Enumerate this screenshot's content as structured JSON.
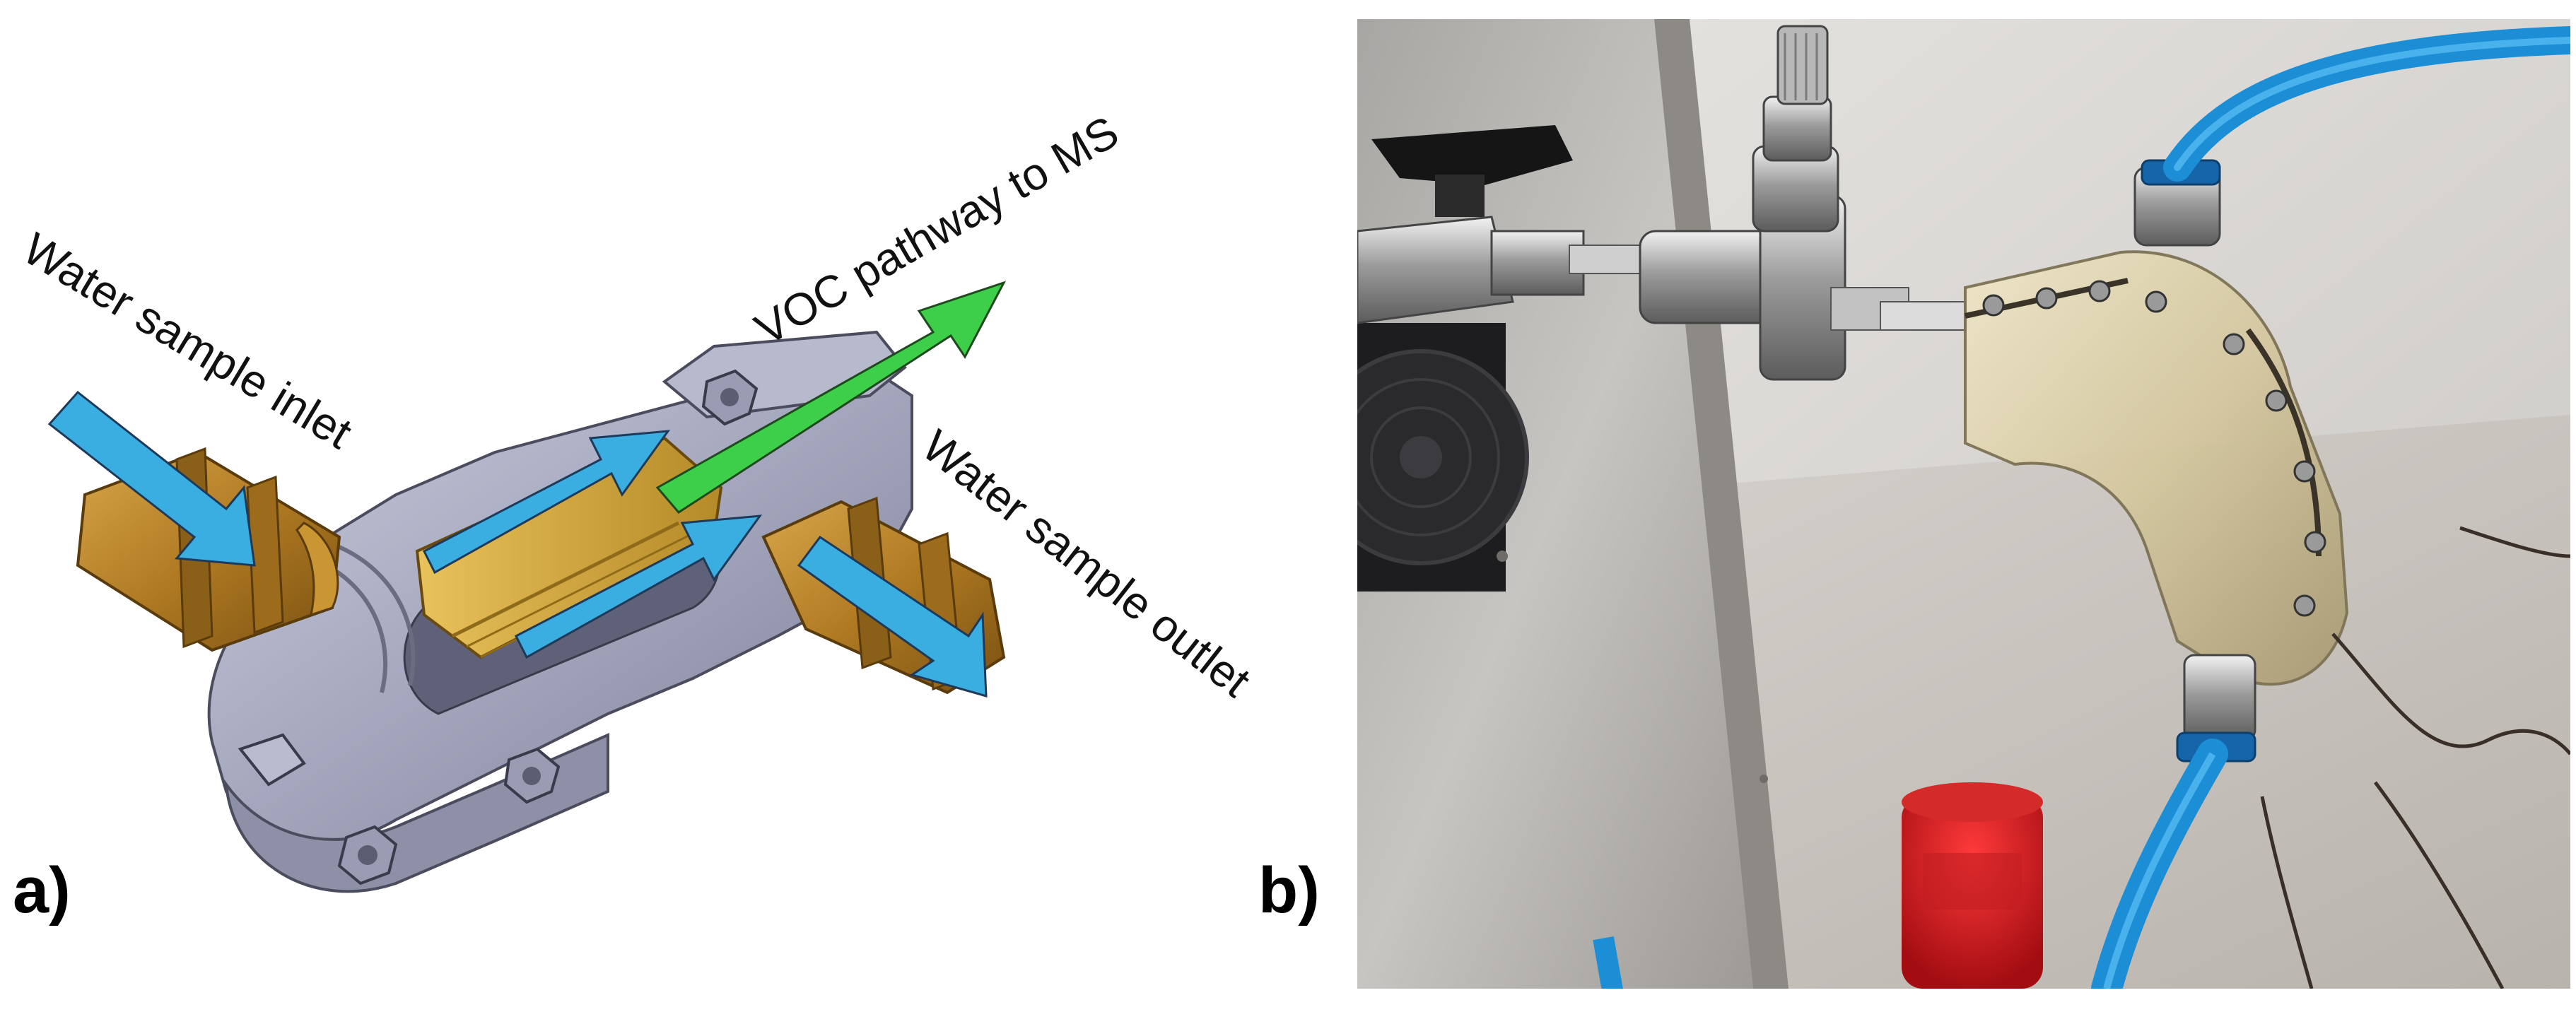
{
  "figure": {
    "panel_a": {
      "label": "a)",
      "callouts": {
        "inlet": "Water sample inlet",
        "voc": "VOC pathway to MS",
        "outlet": "Water sample outlet"
      }
    },
    "panel_b": {
      "label": "b)"
    }
  },
  "colors": {
    "water_arrow": "#3aaee0",
    "voc_arrow": "#3ecf4a",
    "brass": "#b8862b",
    "housing": "#a6a8bf",
    "tube": "#1b8ed6"
  }
}
